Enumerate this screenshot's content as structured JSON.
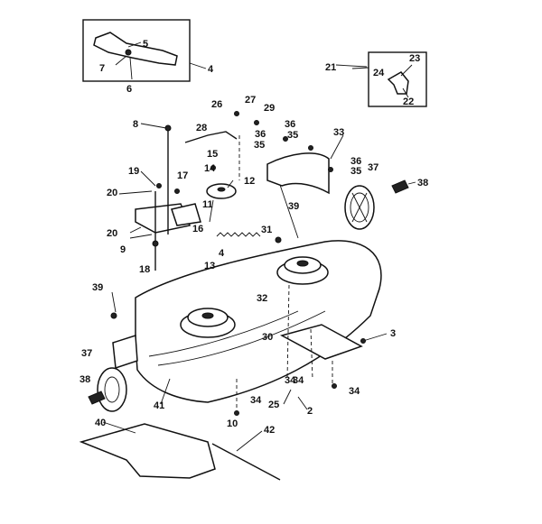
{
  "labels": {
    "l2": "2",
    "l3": "3",
    "l4a": "4",
    "l4b": "4",
    "l5": "5",
    "l6": "6",
    "l7": "7",
    "l8": "8",
    "l9": "9",
    "l10": "10",
    "l11": "11",
    "l12": "12",
    "l13": "13",
    "l14": "14",
    "l15": "15",
    "l16": "16",
    "l17": "17",
    "l18": "18",
    "l19": "19",
    "l20a": "20",
    "l20b": "20",
    "l21": "21",
    "l22": "22",
    "l23": "23",
    "l24": "24",
    "l25": "25",
    "l26": "26",
    "l27": "27",
    "l28": "28",
    "l29": "29",
    "l30": "30",
    "l31": "31",
    "l32": "32",
    "l33": "33",
    "l34a": "34",
    "l34b": "34",
    "l34c": "34",
    "l34d": "34",
    "l35a": "35",
    "l35b": "35",
    "l35c": "35",
    "l36a": "36",
    "l36b": "36",
    "l36c": "36",
    "l37a": "37",
    "l37b": "37",
    "l38a": "38",
    "l38b": "38",
    "l39a": "39",
    "l39b": "39",
    "l40": "40",
    "l41": "41",
    "l42": "42"
  }
}
